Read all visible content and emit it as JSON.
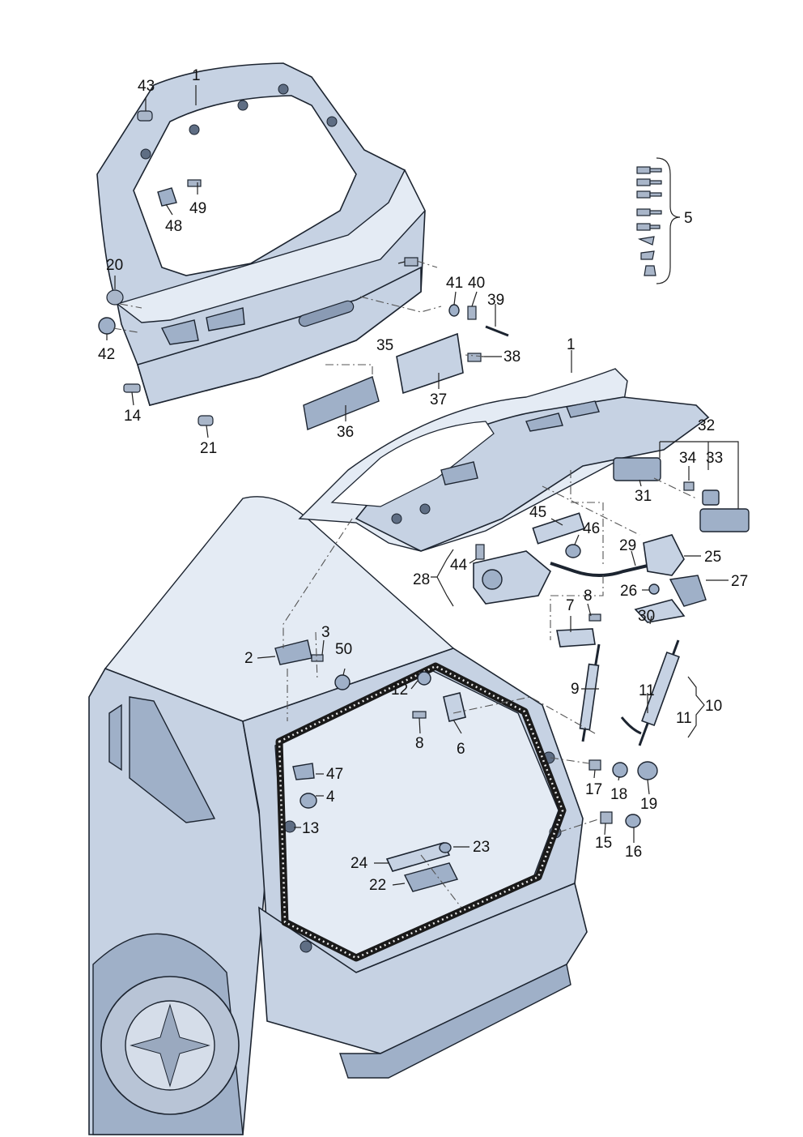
{
  "callouts": [
    {
      "id": "c1a",
      "text": "1"
    },
    {
      "id": "c43",
      "text": "43"
    },
    {
      "id": "c49",
      "text": "49"
    },
    {
      "id": "c48",
      "text": "48"
    },
    {
      "id": "c20",
      "text": "20"
    },
    {
      "id": "c42",
      "text": "42"
    },
    {
      "id": "c14",
      "text": "14"
    },
    {
      "id": "c21",
      "text": "21"
    },
    {
      "id": "c36",
      "text": "36"
    },
    {
      "id": "c37",
      "text": "37"
    },
    {
      "id": "c35",
      "text": "35"
    },
    {
      "id": "c38",
      "text": "38"
    },
    {
      "id": "c41",
      "text": "41"
    },
    {
      "id": "c40",
      "text": "40"
    },
    {
      "id": "c39",
      "text": "39"
    },
    {
      "id": "c5",
      "text": "5"
    },
    {
      "id": "c1b",
      "text": "1"
    },
    {
      "id": "c32",
      "text": "32"
    },
    {
      "id": "c34",
      "text": "34"
    },
    {
      "id": "c33",
      "text": "33"
    },
    {
      "id": "c31",
      "text": "31"
    },
    {
      "id": "c45",
      "text": "45"
    },
    {
      "id": "c46",
      "text": "46"
    },
    {
      "id": "c29",
      "text": "29"
    },
    {
      "id": "c25",
      "text": "25"
    },
    {
      "id": "c44",
      "text": "44"
    },
    {
      "id": "c28",
      "text": "28"
    },
    {
      "id": "c27",
      "text": "27"
    },
    {
      "id": "c26",
      "text": "26"
    },
    {
      "id": "c8a",
      "text": "8"
    },
    {
      "id": "c7",
      "text": "7"
    },
    {
      "id": "c30",
      "text": "30"
    },
    {
      "id": "c3",
      "text": "3"
    },
    {
      "id": "c2",
      "text": "2"
    },
    {
      "id": "c50",
      "text": "50"
    },
    {
      "id": "c12",
      "text": "12"
    },
    {
      "id": "c9",
      "text": "9"
    },
    {
      "id": "c11a",
      "text": "11"
    },
    {
      "id": "c10",
      "text": "10"
    },
    {
      "id": "c11b",
      "text": "11"
    },
    {
      "id": "c8b",
      "text": "8"
    },
    {
      "id": "c6",
      "text": "6"
    },
    {
      "id": "c17",
      "text": "17"
    },
    {
      "id": "c18",
      "text": "18"
    },
    {
      "id": "c19",
      "text": "19"
    },
    {
      "id": "c47",
      "text": "47"
    },
    {
      "id": "c4",
      "text": "4"
    },
    {
      "id": "c13",
      "text": "13"
    },
    {
      "id": "c15",
      "text": "15"
    },
    {
      "id": "c16",
      "text": "16"
    },
    {
      "id": "c23",
      "text": "23"
    },
    {
      "id": "c24",
      "text": "24"
    },
    {
      "id": "c22",
      "text": "22"
    }
  ]
}
